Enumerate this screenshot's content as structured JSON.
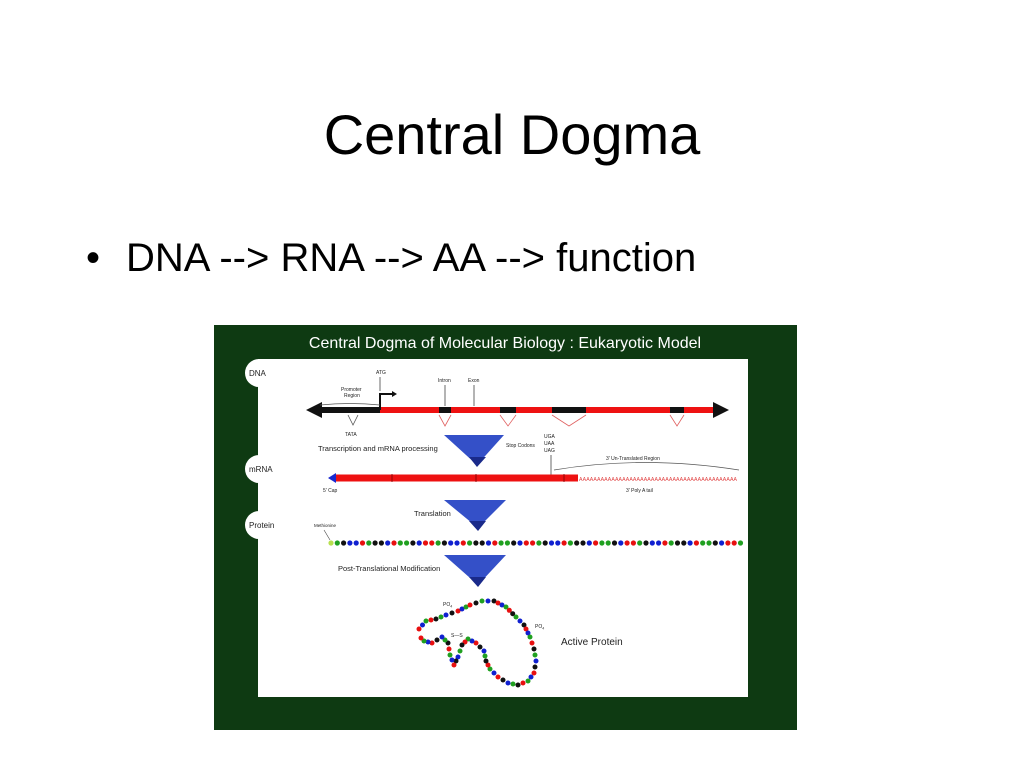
{
  "slide": {
    "title": "Central Dogma",
    "bullets": [
      "DNA --> RNA --> AA --> function"
    ]
  },
  "figure": {
    "title": "Central Dogma of Molecular Biology : Eukaryotic Model",
    "tabs": {
      "dna": "DNA",
      "mrna": "mRNA",
      "protein": "Protein"
    },
    "dna": {
      "promoter_region": "Promoter\nRegion",
      "atg": "ATG",
      "intron": "Intron",
      "exon": "Exon",
      "tata": "TATA"
    },
    "step_transcription": "Transcription and mRNA processing",
    "stop_codons": {
      "label": "Stop Codons",
      "codons": [
        "UGA",
        "UAA",
        "UAG"
      ]
    },
    "utr_3": "3' Un-Translated Region",
    "five_cap": "5' Cap",
    "poly_a_label": "3' Poly A tail",
    "poly_a_seq": "AAAAAAAAAAAAAAAAAAAAAAAAAAAAAAAAAAAAAAAAAAAA",
    "step_translation": "Translation",
    "methionine": "Methionine",
    "step_ptm": "Post-Translational Modification",
    "po4": "PO",
    "po4_sub": "4",
    "disulfide": "S—S",
    "active_protein": "Active Protein",
    "colors": {
      "frame": "#0e3a12",
      "dna_strand": "#ee1111",
      "funnel": "#3450c8",
      "funnel_dark": "#1a2a8a",
      "residues": [
        "#e81010",
        "#1020d0",
        "#111111",
        "#20a020"
      ]
    }
  }
}
